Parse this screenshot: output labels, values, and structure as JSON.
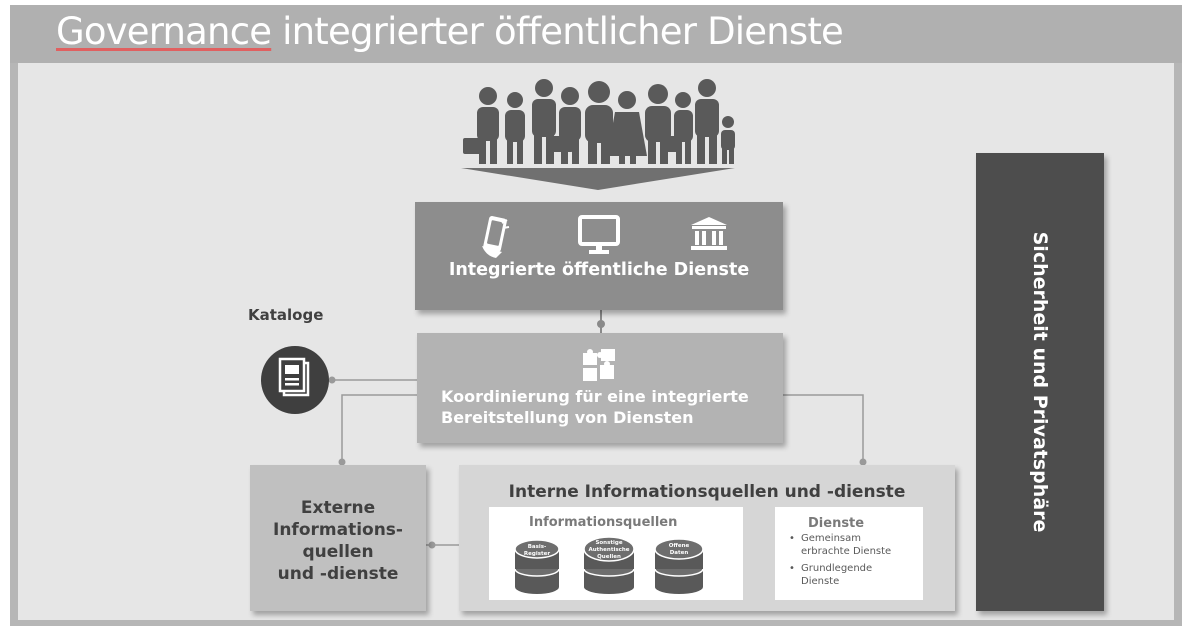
{
  "slide": {
    "title_underlined": "Governance",
    "title_rest": " integrierter öffentlicher Dienste"
  },
  "integrated_services": {
    "label": "Integrierte öffentliche Dienste",
    "icons": [
      "mobile-phone-icon",
      "monitor-icon",
      "government-building-icon"
    ]
  },
  "catalogues": {
    "label": "Kataloge",
    "icon": "catalogue-document-icon"
  },
  "coordination": {
    "line1": "Koordinierung für eine integrierte",
    "line2": "Bereitstellung von Diensten",
    "icon": "puzzle-icon"
  },
  "external": {
    "line1": "Externe",
    "line2": "Informations-",
    "line3": "quellen",
    "line4": "und -dienste"
  },
  "internal": {
    "title": "Interne Informationsquellen und -dienste",
    "sources": {
      "title": "Informationsquellen",
      "items": [
        {
          "line1": "Basis-",
          "line2": "Register",
          "line3": ""
        },
        {
          "line1": "Sonstige",
          "line2": "Authentische",
          "line3": "Quellen"
        },
        {
          "line1": "Offene",
          "line2": "Daten",
          "line3": ""
        }
      ]
    },
    "services": {
      "title": "Dienste",
      "items": [
        {
          "line1": "Gemeinsam",
          "line2": "erbrachte Dienste"
        },
        {
          "line1": "Grundlegende",
          "line2": "Dienste"
        }
      ]
    }
  },
  "security": {
    "label": "Sicherheit und Privatsphäre"
  },
  "colors": {
    "services_box": "#8d8d8d",
    "coordination_box": "#b3b3b3",
    "security_box": "#4d4d4d",
    "people": "#5a5a5a"
  }
}
